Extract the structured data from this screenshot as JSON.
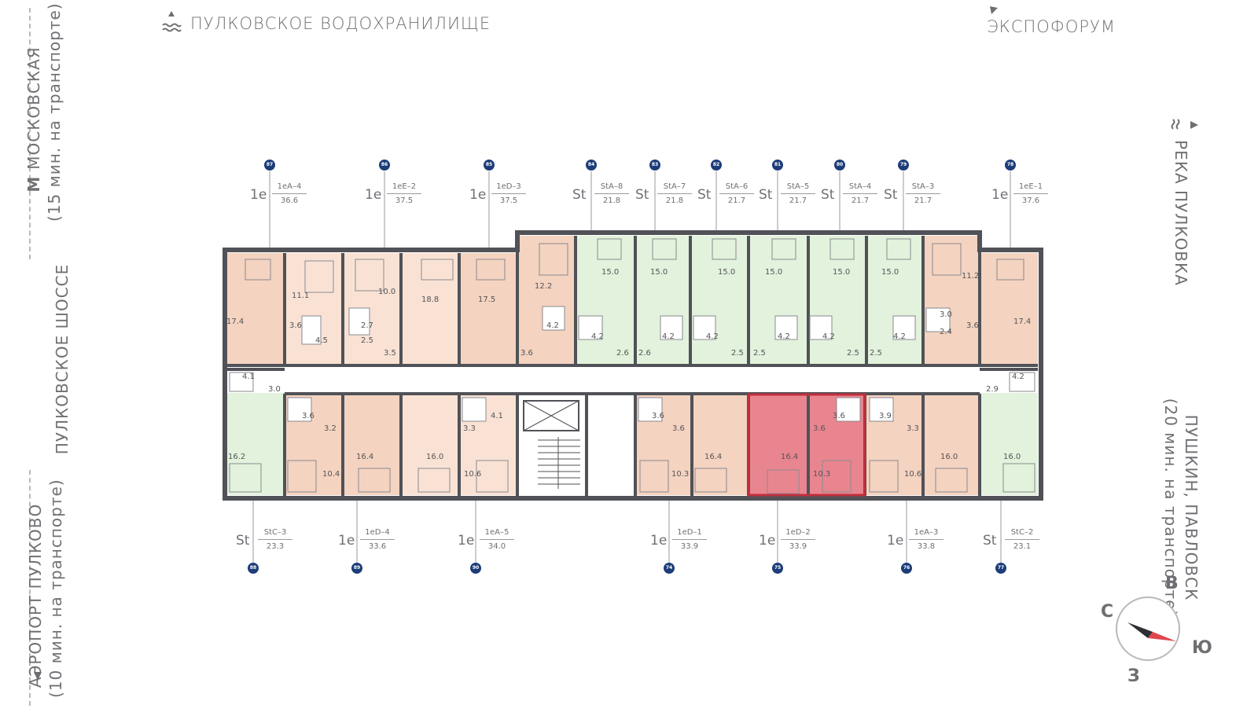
{
  "landmarks": {
    "reservoir": "ПУЛКОВСКОЕ ВОДОХРАНИЛИЩЕ",
    "expoforum": "ЭКСПОФОРУМ",
    "moskovskaya_name": "МОСКОВСКАЯ",
    "moskovskaya_time": "(15 мин. на транспорте)",
    "metro_icon_letter": "М",
    "pulkovskoe_shosse": "ПУЛКОВСКОЕ ШОССЕ",
    "airport_name": "АЭРОПОРТ ПУЛКОВО",
    "airport_time": "(10 мин. на транспорте)",
    "river": "РЕКА ПУЛКОВКА",
    "pushkin_name": "ПУШКИН, ПАВЛОВСК",
    "pushkin_time": "(20 мин. на транспорте)"
  },
  "compass": {
    "n": "С",
    "e": "В",
    "s": "Ю",
    "w": "З"
  },
  "colors": {
    "orange": "#f4d3c0",
    "orange_light": "#f9e2d4",
    "green": "#e2f2dc",
    "selected": "#e9858f",
    "wall": "#505257",
    "badge": "#1d3d79"
  },
  "apartments_top": [
    {
      "num": "87",
      "type": "1е",
      "code": "1eA–4",
      "area": "36.6"
    },
    {
      "num": "86",
      "type": "1е",
      "code": "1eE–2",
      "area": "37.5"
    },
    {
      "num": "85",
      "type": "1е",
      "code": "1eD–3",
      "area": "37.5"
    },
    {
      "num": "84",
      "type": "St",
      "code": "StA–8",
      "area": "21.8"
    },
    {
      "num": "83",
      "type": "St",
      "code": "StA–7",
      "area": "21.8"
    },
    {
      "num": "82",
      "type": "St",
      "code": "StA–6",
      "area": "21.7"
    },
    {
      "num": "81",
      "type": "St",
      "code": "StA–5",
      "area": "21.7"
    },
    {
      "num": "80",
      "type": "St",
      "code": "StA–4",
      "area": "21.7"
    },
    {
      "num": "79",
      "type": "St",
      "code": "StA–3",
      "area": "21.7"
    },
    {
      "num": "78",
      "type": "1е",
      "code": "1eE–1",
      "area": "37.6"
    }
  ],
  "apartments_bottom": [
    {
      "num": "88",
      "type": "St",
      "code": "StC–3",
      "area": "23.3"
    },
    {
      "num": "89",
      "type": "1е",
      "code": "1eD–4",
      "area": "33.6"
    },
    {
      "num": "90",
      "type": "1е",
      "code": "1eA–5",
      "area": "34.0"
    },
    {
      "num": "74",
      "type": "1е",
      "code": "1eD–1",
      "area": "33.9"
    },
    {
      "num": "75",
      "type": "1е",
      "code": "1eD–2",
      "area": "33.9"
    },
    {
      "num": "76",
      "type": "1е",
      "code": "1eA–3",
      "area": "33.8"
    },
    {
      "num": "77",
      "type": "St",
      "code": "StC–2",
      "area": "23.1"
    }
  ],
  "room_areas": [
    "17.4",
    "3.6",
    "11.1",
    "4.5",
    "10.0",
    "2.7",
    "2.5",
    "3.5",
    "18.8",
    "17.5",
    "3.6",
    "12.2",
    "4.2",
    "15.0",
    "4.2",
    "2.6",
    "15.0",
    "4.2",
    "2.6",
    "15.0",
    "4.2",
    "2.5",
    "15.0",
    "4.2",
    "2.5",
    "15.0",
    "4.2",
    "2.5",
    "15.0",
    "4.2",
    "2.5",
    "11.2",
    "3.0",
    "2.4",
    "3.6",
    "17.4",
    "4.1",
    "3.0",
    "16.2",
    "3.6",
    "3.2",
    "10.4",
    "16.4",
    "16.0",
    "4.1",
    "3.3",
    "10.6",
    "3.6",
    "3.6",
    "10.3",
    "16.4",
    "3.6",
    "16.4",
    "3.6",
    "10.3",
    "3.9",
    "3.3",
    "10.6",
    "16.0",
    "2.9",
    "4.2",
    "16.0"
  ]
}
